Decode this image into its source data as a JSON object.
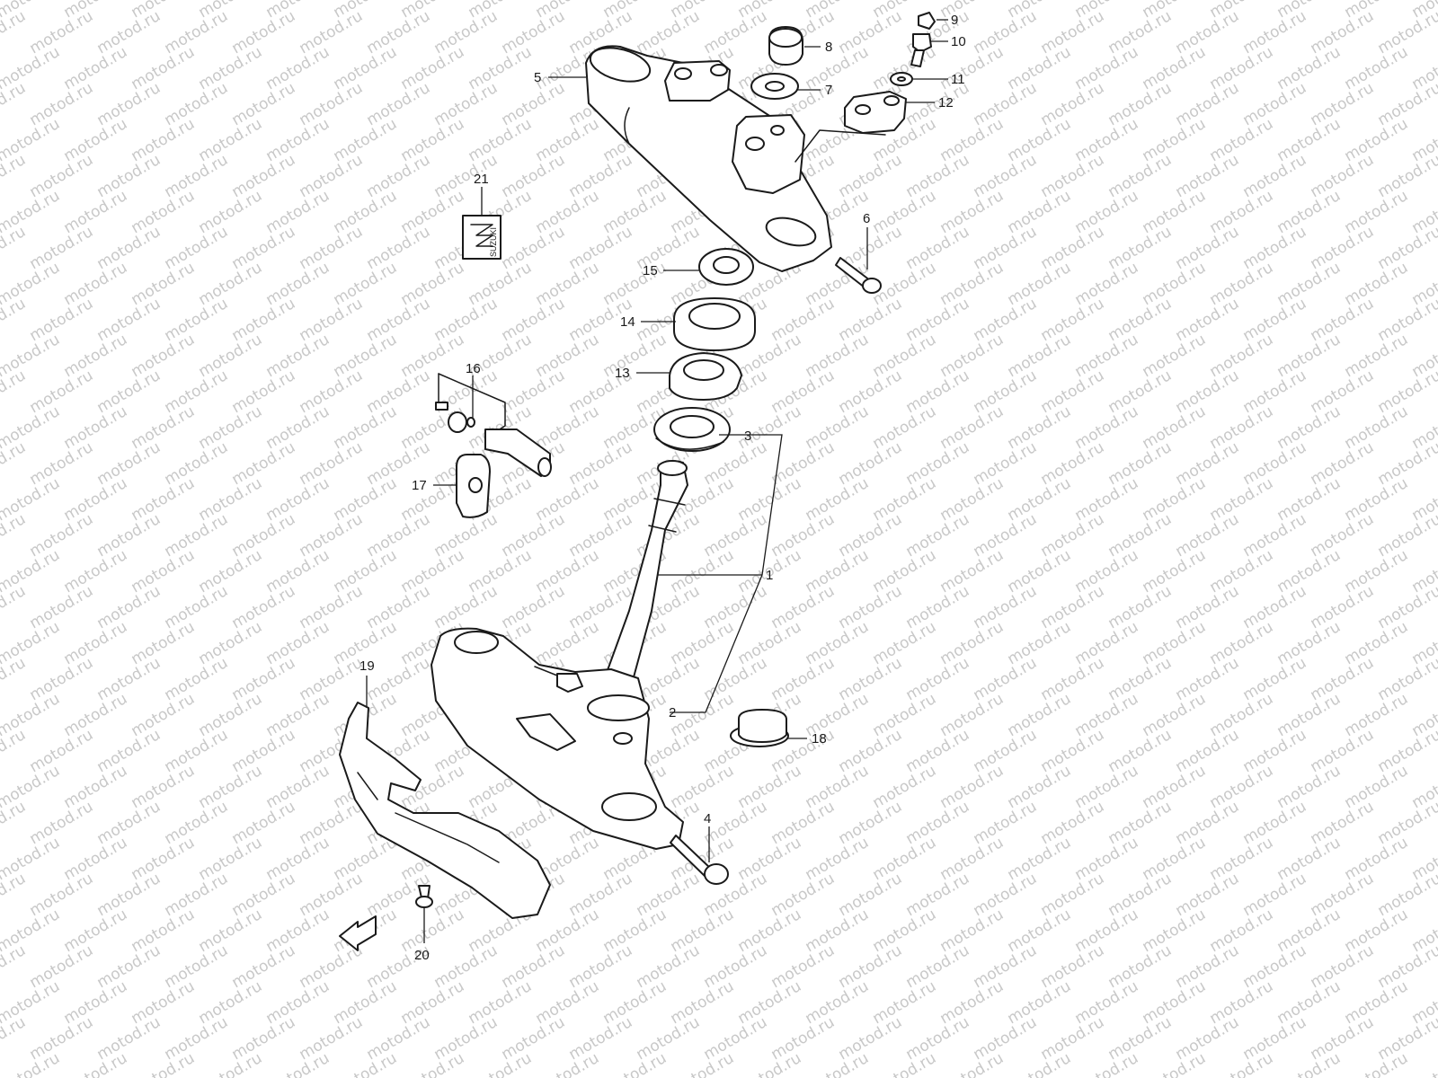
{
  "watermark": {
    "text": "motod.ru"
  },
  "brand_badge": {
    "text": "SUZUKI"
  },
  "fwd_arrow": {
    "text": "FWD"
  },
  "callouts": {
    "c1": "1",
    "c2": "2",
    "c3": "3",
    "c4": "4",
    "c5": "5",
    "c6": "6",
    "c7": "7",
    "c8": "8",
    "c9": "9",
    "c10": "10",
    "c11": "11",
    "c12": "12",
    "c13": "13",
    "c14": "14",
    "c15": "15",
    "c16": "16",
    "c17": "17",
    "c18": "18",
    "c19": "19",
    "c20": "20",
    "c21": "21"
  },
  "colors": {
    "line": "#1a1a1a",
    "watermark": "#c8c8c8",
    "background": "#ffffff"
  }
}
